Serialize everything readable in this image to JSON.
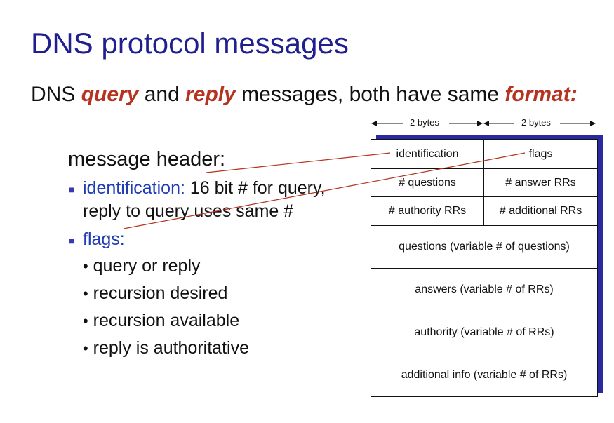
{
  "title": "DNS protocol messages",
  "subtitle": {
    "part1": "DNS ",
    "query": "query",
    "part2": " and ",
    "reply": "reply",
    "part3": " messages, both have same ",
    "format": "format:"
  },
  "byte_labels": [
    "2 bytes",
    "2 bytes"
  ],
  "header_heading": "message header:",
  "bullets": {
    "identification_term": "identification:",
    "identification_line1": " 16 bit # for query,",
    "identification_line2": "reply to query uses same #",
    "flags_term": "flags:",
    "flag_items": [
      "query or reply",
      "recursion desired",
      "recursion available",
      "reply is authoritative"
    ]
  },
  "table": {
    "identification": "identification",
    "flags": "flags",
    "questions_count": "# questions",
    "answer_rrs": "# answer RRs",
    "authority_rrs": "# authority RRs",
    "additional_rrs": "# additional RRs",
    "questions": "questions (variable # of questions)",
    "answers": "answers (variable # of RRs)",
    "authority": "authority (variable # of RRs)",
    "additional": "additional info (variable # of RRs)"
  },
  "colors": {
    "title": "#1f1f8f",
    "accent": "#b5331f",
    "term": "#1f3bb5",
    "table_shadow": "#2a2aa0"
  }
}
